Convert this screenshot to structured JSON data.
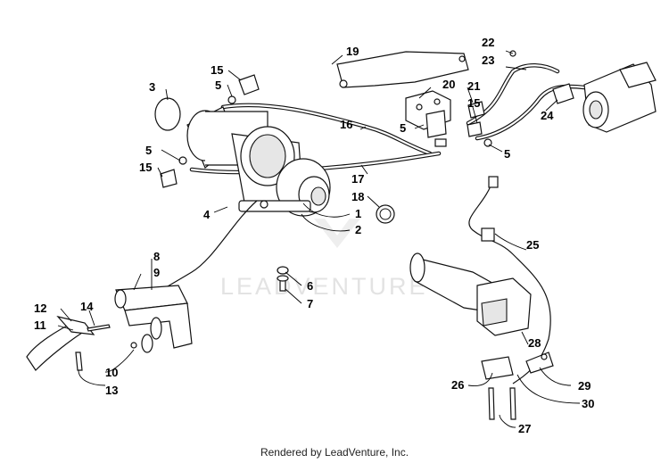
{
  "watermark": "LEADVENTURE",
  "footer": "Rendered by LeadVenture, Inc.",
  "callouts": {
    "c1": "1",
    "c2": "2",
    "c3": "3",
    "c4": "4",
    "c5a": "5",
    "c5b": "5",
    "c5c": "5",
    "c5d": "5",
    "c6": "6",
    "c7": "7",
    "c8": "8",
    "c9": "9",
    "c10": "10",
    "c11": "11",
    "c12": "12",
    "c13": "13",
    "c14": "14",
    "c15a": "15",
    "c15b": "15",
    "c15c": "15",
    "c16": "16",
    "c17": "17",
    "c18": "18",
    "c19": "19",
    "c20": "20",
    "c21": "21",
    "c22": "22",
    "c23": "23",
    "c24": "24",
    "c25": "25",
    "c26": "26",
    "c27": "27",
    "c28": "28",
    "c29": "29",
    "c30": "30"
  }
}
